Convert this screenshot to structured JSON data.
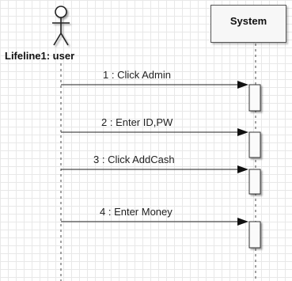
{
  "actor": {
    "name": "Lifeline1: user",
    "icon": "stick-figure-icon"
  },
  "system": {
    "name": "System"
  },
  "messages": [
    {
      "label": "1 : Click Admin"
    },
    {
      "label": "2 : Enter ID,PW"
    },
    {
      "label": "3 : Click AddCash"
    },
    {
      "label": "4 : Enter Money"
    }
  ]
}
